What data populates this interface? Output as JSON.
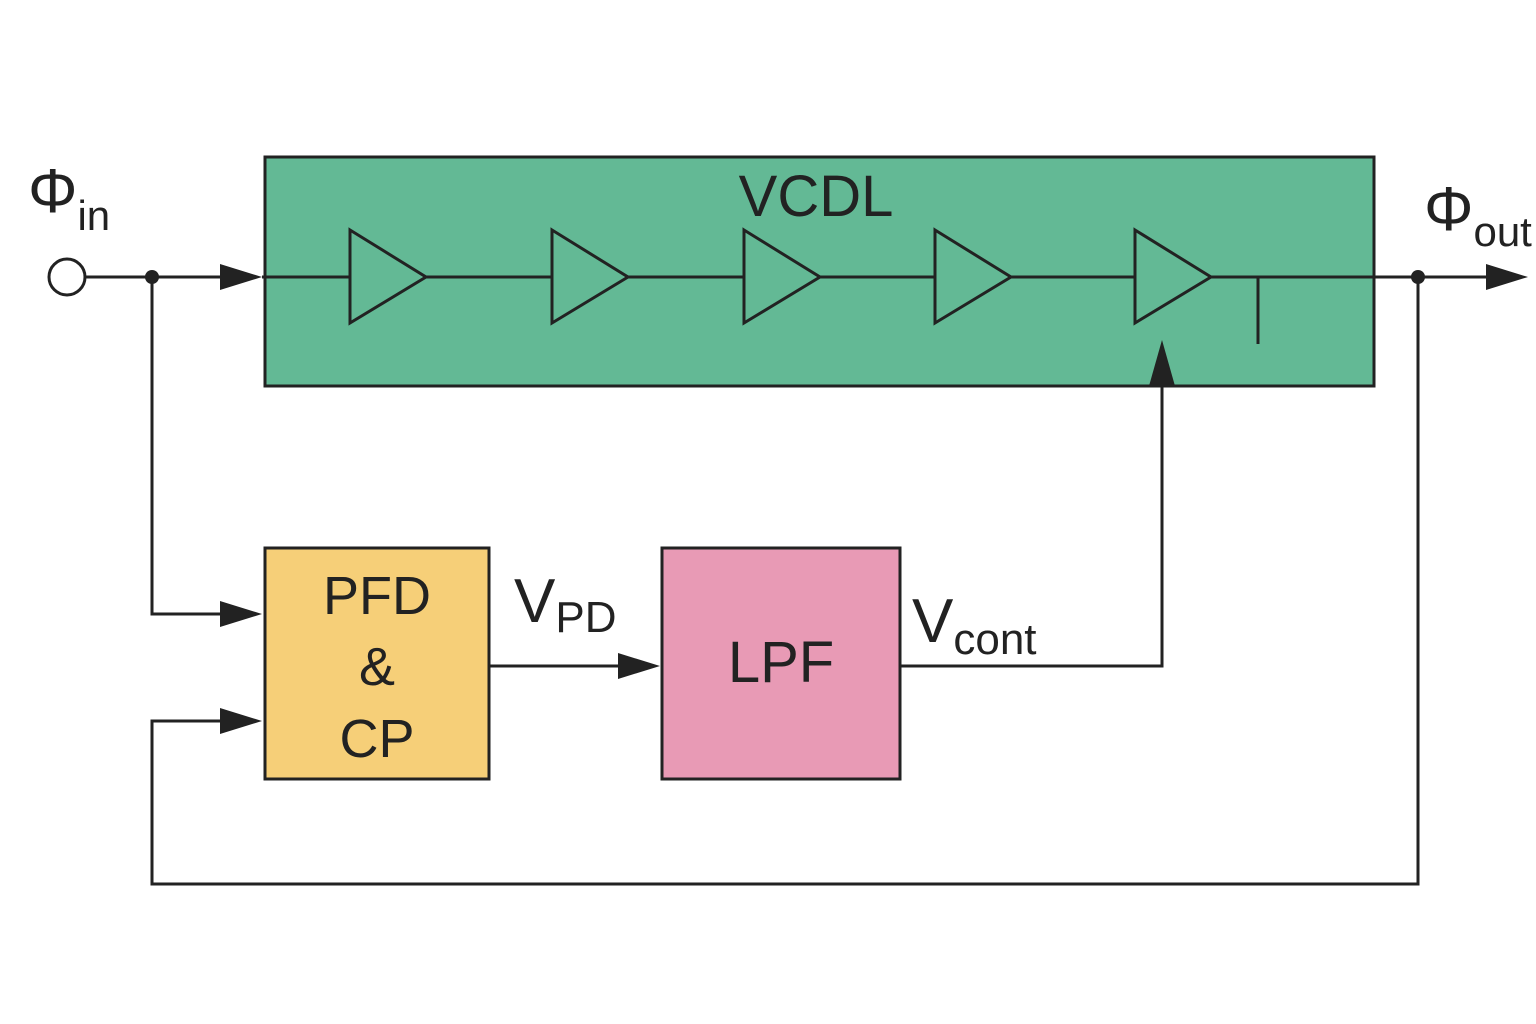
{
  "colors": {
    "vcdl": "#63b995",
    "pfd_cp": "#f6cf78",
    "lpf": "#e89ab5",
    "line": "#222222"
  },
  "labels": {
    "phi_in": {
      "symbol": "Φ",
      "sub": "in"
    },
    "phi_out": {
      "symbol": "Φ",
      "sub": "out"
    },
    "vcdl": "VCDL",
    "pfd_line1": "PFD",
    "pfd_line2": "&",
    "pfd_line3": "CP",
    "lpf": "LPF",
    "v_pd": {
      "symbol": "V",
      "sub": "PD"
    },
    "v_cont": {
      "symbol": "V",
      "sub": "cont"
    }
  },
  "vcdl_buffer_count": 5
}
